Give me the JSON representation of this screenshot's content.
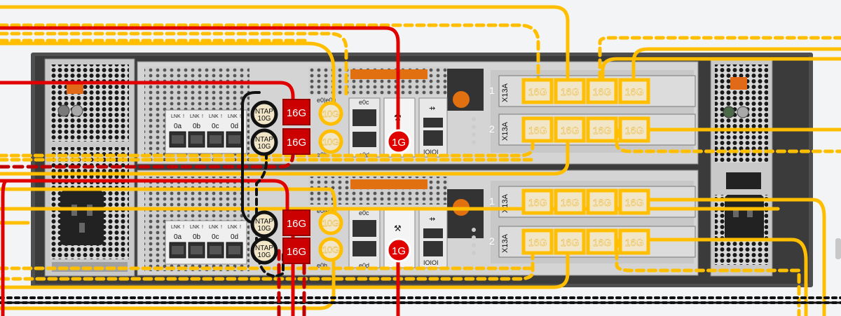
{
  "colors": {
    "fc_16g": "#cc0000",
    "fc_16g_fill": "#f2e6c9",
    "eth_10g": "#ffbf00",
    "eth_1g": "#e00000",
    "ntap_ring": "#111111",
    "chassis": "#5a5a5a",
    "canister": "#d6d6d6"
  },
  "controllers": [
    {
      "id": "top",
      "onboard_fc_ports": [
        "0a",
        "0b",
        "0c",
        "0d"
      ],
      "lnk_labels": [
        "LNK",
        "LNK",
        "LNK",
        "LNK"
      ],
      "ntap_badges": [
        "NTAP 10G",
        "NTAP 10G"
      ],
      "fc_badges": [
        "16G",
        "16G"
      ],
      "ten_g_badges": [
        "10G",
        "10G"
      ],
      "ten_g_ports_label_top": "e0|e0g",
      "ten_g_ports_label_bottom": "e0h",
      "eth_labels": [
        "e0c",
        "e0d"
      ],
      "mgmt_badge": "1G",
      "slot_labels": [
        "1",
        "2"
      ],
      "card_label": "X13A",
      "slot1_ports": [
        "16G",
        "16G",
        "16G",
        "16G"
      ],
      "slot2_ports": [
        "16G",
        "16G",
        "16G",
        "16G"
      ],
      "console_label": "IOIOI"
    },
    {
      "id": "bottom",
      "onboard_fc_ports": [
        "0a",
        "0b",
        "0c",
        "0d"
      ],
      "lnk_labels": [
        "LNK",
        "LNK",
        "LNK",
        "LNK"
      ],
      "ntap_badges": [
        "NTAP 10G",
        "NTAP 10G"
      ],
      "fc_badges": [
        "16G",
        "16G"
      ],
      "ten_g_badges": [
        "10G",
        "10G"
      ],
      "ten_g_ports_label_top": "e0|e0g",
      "ten_g_ports_label_bottom": "e0h",
      "eth_labels": [
        "e0c",
        "e0d"
      ],
      "mgmt_badge": "1G",
      "slot_labels": [
        "1",
        "2"
      ],
      "card_label": "X13A",
      "slot1_ports": [
        "16G",
        "16G",
        "16G",
        "16G"
      ],
      "slot2_ports": [
        "16G",
        "16G",
        "16G",
        "16G"
      ],
      "console_label": "IOIOI"
    }
  ]
}
